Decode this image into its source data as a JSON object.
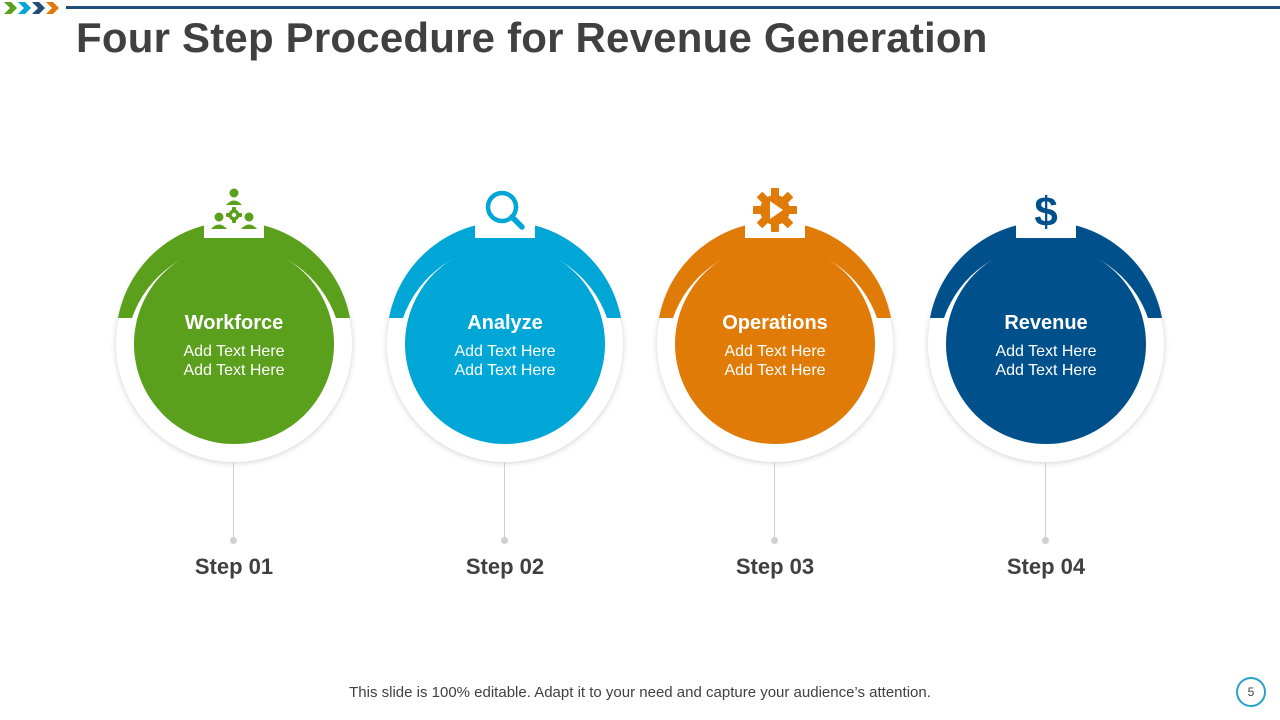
{
  "title": "Four Step Procedure for Revenue Generation",
  "colors": {
    "green": "#5aa01c",
    "cyan": "#00a7d6",
    "orange": "#e07b08",
    "navy": "#00518b",
    "title_text": "#404040",
    "accent_rule": "#1f4e79"
  },
  "steps": [
    {
      "name": "Workforce",
      "description": "Add Text Here\nAdd Text Here",
      "label": "Step 01",
      "icon": "team-gear-icon",
      "color": "#5aa01c"
    },
    {
      "name": "Analyze",
      "description": "Add Text Here\nAdd Text Here",
      "label": "Step 02",
      "icon": "magnifier-icon",
      "color": "#00a7d6"
    },
    {
      "name": "Operations",
      "description": "Add Text Here\nAdd Text Here",
      "label": "Step 03",
      "icon": "gear-play-icon",
      "color": "#e07b08"
    },
    {
      "name": "Revenue",
      "description": "Add Text Here\nAdd Text Here",
      "label": "Step 04",
      "icon": "dollar-icon",
      "color": "#00518b"
    }
  ],
  "footer": "This slide is 100% editable. Adapt it to your need and capture your audience’s attention.",
  "page_number": "5"
}
